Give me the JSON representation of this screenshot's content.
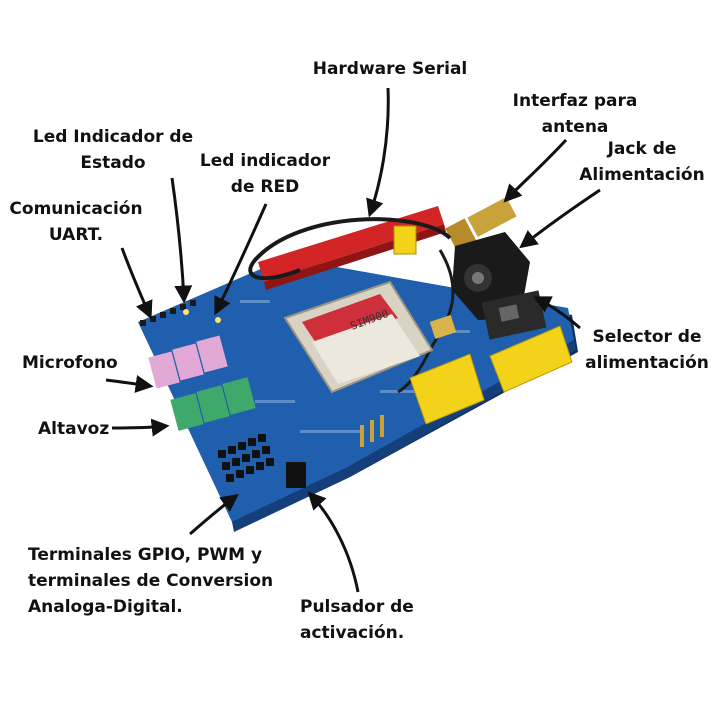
{
  "colors": {
    "board": "#1f5fae",
    "board_dark": "#153f7a",
    "header_red": "#d32525",
    "header_yellow": "#f3d21a",
    "jack_black": "#1a1a1a",
    "jack_pink": "#e3a9d6",
    "jack_green": "#3fa86b",
    "module": "#d9d3c4",
    "label_sticker": "#cf2f3a",
    "text": "#111111",
    "arrow": "#111111"
  },
  "board_text": {
    "module_brand": "SIM900"
  },
  "labels": {
    "hardware_serial": "Hardware Serial",
    "antenna_1": "Interfaz para",
    "antenna_2": "antena",
    "led_status_1": "Led Indicador de",
    "led_status_2": "Estado",
    "led_red_1": "Led indicador",
    "led_red_2": "de RED",
    "power_jack_1": "Jack de",
    "power_jack_2": "Alimentación",
    "uart_1": "Comunicación",
    "uart_2": "UART.",
    "microphone": "Microfono",
    "speaker": "Altavoz",
    "power_selector_1": "Selector de",
    "power_selector_2": "alimentación",
    "gpio_1": "Terminales GPIO, PWM y",
    "gpio_2": "terminales de Conversion",
    "gpio_3": "Analoga-Digital.",
    "button_1": "Pulsador de",
    "button_2": "activación."
  }
}
